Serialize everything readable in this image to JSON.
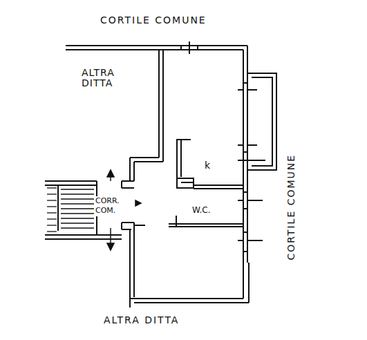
{
  "diagram": {
    "labels": [
      "CORTILE COMUNE",
      "ALTRA DITTA",
      "CORTILE COMUNE",
      "k",
      "W.C.",
      "CORR. COM.",
      "ALTRA DITTA"
    ]
  }
}
